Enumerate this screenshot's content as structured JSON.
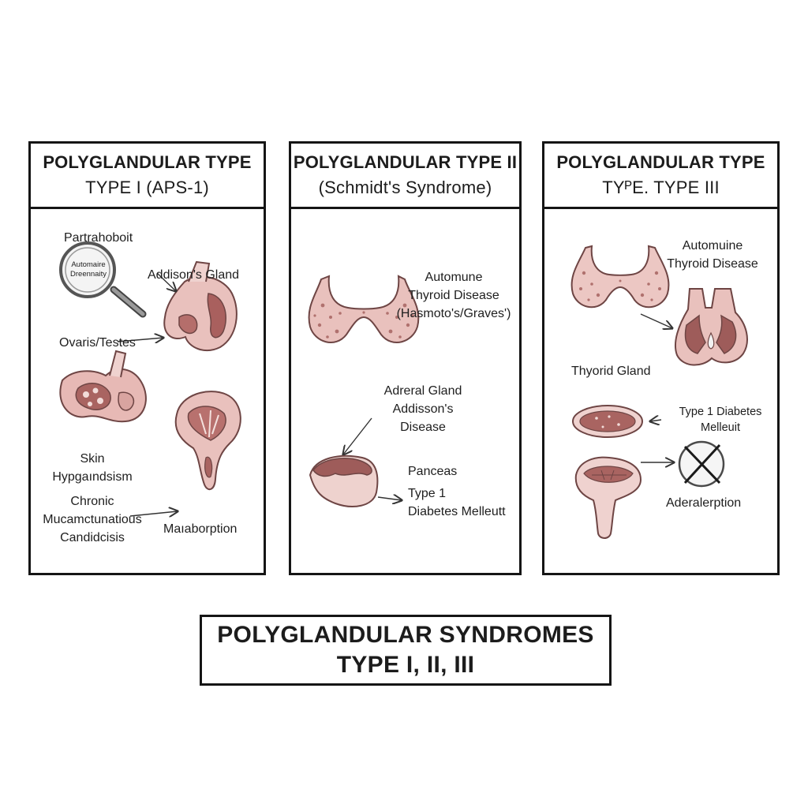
{
  "panels": [
    {
      "header": [
        "POLYGLANDULAR TYPE",
        "TYPE I (APS-1)"
      ],
      "labels": {
        "parathyroid": "Partrahoboit",
        "lens_text": [
          "Automaire",
          "Dreennaity"
        ],
        "adrenal": "Addison's Gland",
        "gonads": "Ovaris/Testes",
        "skin": [
          "Skin",
          "Hypgaındsism"
        ],
        "candidiasis": [
          "Chronic",
          "Mucamctunatious",
          "Candidcisis"
        ],
        "malabsorption": "Maıaborption"
      }
    },
    {
      "header": [
        "POLYGLANDULAR TYPE II",
        "(Schmidt's Syndrome)"
      ],
      "labels": {
        "thyroid": [
          "Automune",
          "Thyroid Disease",
          "(Hasmoto's/Graves')"
        ],
        "adrenal": [
          "Adreral Gland",
          "Addisson's",
          "Disease"
        ],
        "pancreas": "Panceas",
        "diabetes": [
          "Type 1",
          "Diabetes Melleutt"
        ]
      }
    },
    {
      "header": [
        "POLYGLANDULAR TYPE",
        "TYᴾE. TYPE III"
      ],
      "labels": {
        "thyroid": [
          "Automuine",
          "Thyroid Disease"
        ],
        "thyroid_gland": "Thyorid Gland",
        "diabetes": [
          "Type 1 Diabetes",
          "Melleuit"
        ],
        "absorption": "Aderalerption"
      }
    }
  ],
  "footer": [
    "POLYGLANDULAR SYNDROMES",
    "TYPE I, II, III"
  ],
  "colors": {
    "tissue_light": "#efd2cf",
    "tissue_mid": "#c98f8b",
    "tissue_dark": "#9b5f5d",
    "outline": "#6e4544",
    "border": "#151515"
  }
}
